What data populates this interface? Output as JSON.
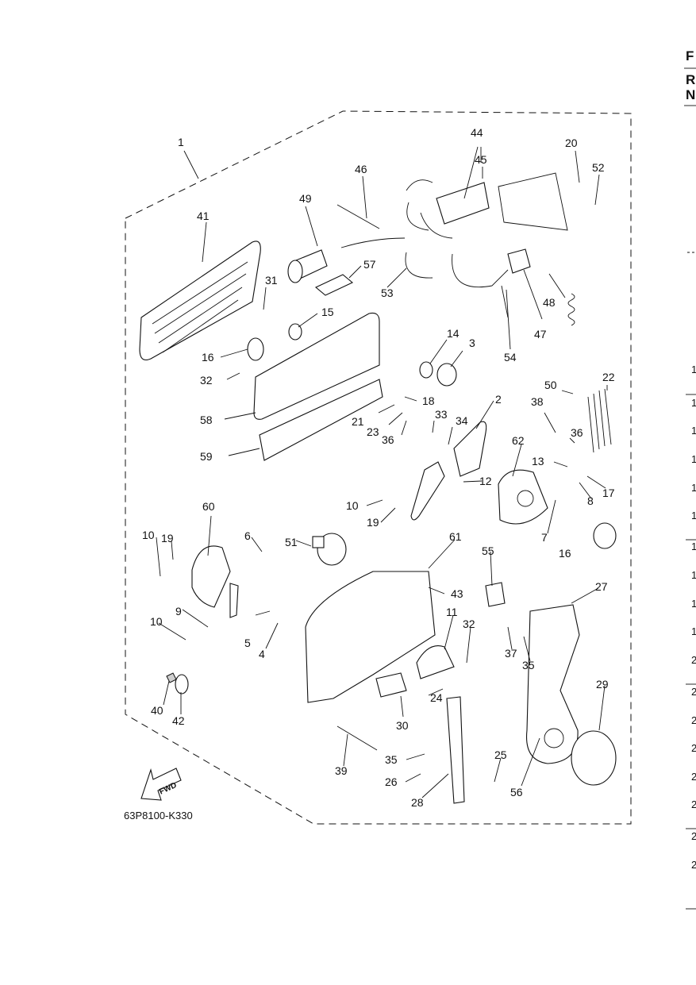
{
  "diagram": {
    "drawing_id": "63P8100-K330",
    "direction_label": "FWD",
    "callouts": [
      {
        "n": "1"
      },
      {
        "n": "41"
      },
      {
        "n": "46"
      },
      {
        "n": "49"
      },
      {
        "n": "44"
      },
      {
        "n": "45"
      },
      {
        "n": "20"
      },
      {
        "n": "52"
      },
      {
        "n": "57"
      },
      {
        "n": "31"
      },
      {
        "n": "53"
      },
      {
        "n": "15"
      },
      {
        "n": "16"
      },
      {
        "n": "32"
      },
      {
        "n": "14"
      },
      {
        "n": "3"
      },
      {
        "n": "48"
      },
      {
        "n": "47"
      },
      {
        "n": "54"
      },
      {
        "n": "58"
      },
      {
        "n": "18"
      },
      {
        "n": "21"
      },
      {
        "n": "23"
      },
      {
        "n": "36"
      },
      {
        "n": "33"
      },
      {
        "n": "34"
      },
      {
        "n": "2"
      },
      {
        "n": "50"
      },
      {
        "n": "22"
      },
      {
        "n": "38"
      },
      {
        "n": "36"
      },
      {
        "n": "59"
      },
      {
        "n": "62"
      },
      {
        "n": "13"
      },
      {
        "n": "17"
      },
      {
        "n": "8"
      },
      {
        "n": "12"
      },
      {
        "n": "10"
      },
      {
        "n": "19"
      },
      {
        "n": "7"
      },
      {
        "n": "60"
      },
      {
        "n": "16"
      },
      {
        "n": "10"
      },
      {
        "n": "19"
      },
      {
        "n": "6"
      },
      {
        "n": "51"
      },
      {
        "n": "61"
      },
      {
        "n": "55"
      },
      {
        "n": "27"
      },
      {
        "n": "43"
      },
      {
        "n": "9"
      },
      {
        "n": "10"
      },
      {
        "n": "5"
      },
      {
        "n": "4"
      },
      {
        "n": "11"
      },
      {
        "n": "32"
      },
      {
        "n": "37"
      },
      {
        "n": "35"
      },
      {
        "n": "40"
      },
      {
        "n": "42"
      },
      {
        "n": "24"
      },
      {
        "n": "30"
      },
      {
        "n": "29"
      },
      {
        "n": "39"
      },
      {
        "n": "35"
      },
      {
        "n": "25"
      },
      {
        "n": "26"
      },
      {
        "n": "28"
      },
      {
        "n": "56"
      }
    ]
  },
  "page_edge": {
    "header_letters": [
      "F",
      "R",
      "N"
    ],
    "row_digits": [
      "1",
      "1",
      "1",
      "1",
      "1",
      "1",
      "1",
      "1",
      "1",
      "1",
      "2",
      "2",
      "2",
      "2",
      "2",
      "2",
      "2",
      "2"
    ]
  }
}
